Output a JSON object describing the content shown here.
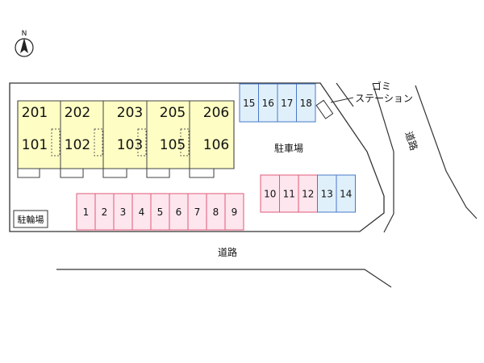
{
  "compass": {
    "label": "N"
  },
  "units": [
    {
      "upper": "201",
      "lower": "101"
    },
    {
      "upper": "202",
      "lower": "102"
    },
    {
      "upper": "203",
      "lower": "103"
    },
    {
      "upper": "205",
      "lower": "105"
    },
    {
      "upper": "206",
      "lower": "106"
    }
  ],
  "parking": {
    "label": "駐車場",
    "row_bottom": [
      "1",
      "2",
      "3",
      "4",
      "5",
      "6",
      "7",
      "8",
      "9"
    ],
    "row_middle_pink": [
      "10",
      "11",
      "12"
    ],
    "row_middle_blue": [
      "13",
      "14"
    ],
    "row_top_blue": [
      "15",
      "16",
      "17",
      "18"
    ]
  },
  "bicycle_parking": {
    "label": "駐輪場"
  },
  "garbage_station": {
    "line1": "ゴミ",
    "line2": "ステーション"
  },
  "roads": {
    "bottom": "道路",
    "right": "道路"
  },
  "colors": {
    "building": "#fdfdc4",
    "parking_pink": "#fde6ee",
    "parking_pink_border": "#e05a7a",
    "parking_blue": "#e0f0fb",
    "parking_blue_border": "#4a78c8",
    "site_outline": "#333333"
  }
}
